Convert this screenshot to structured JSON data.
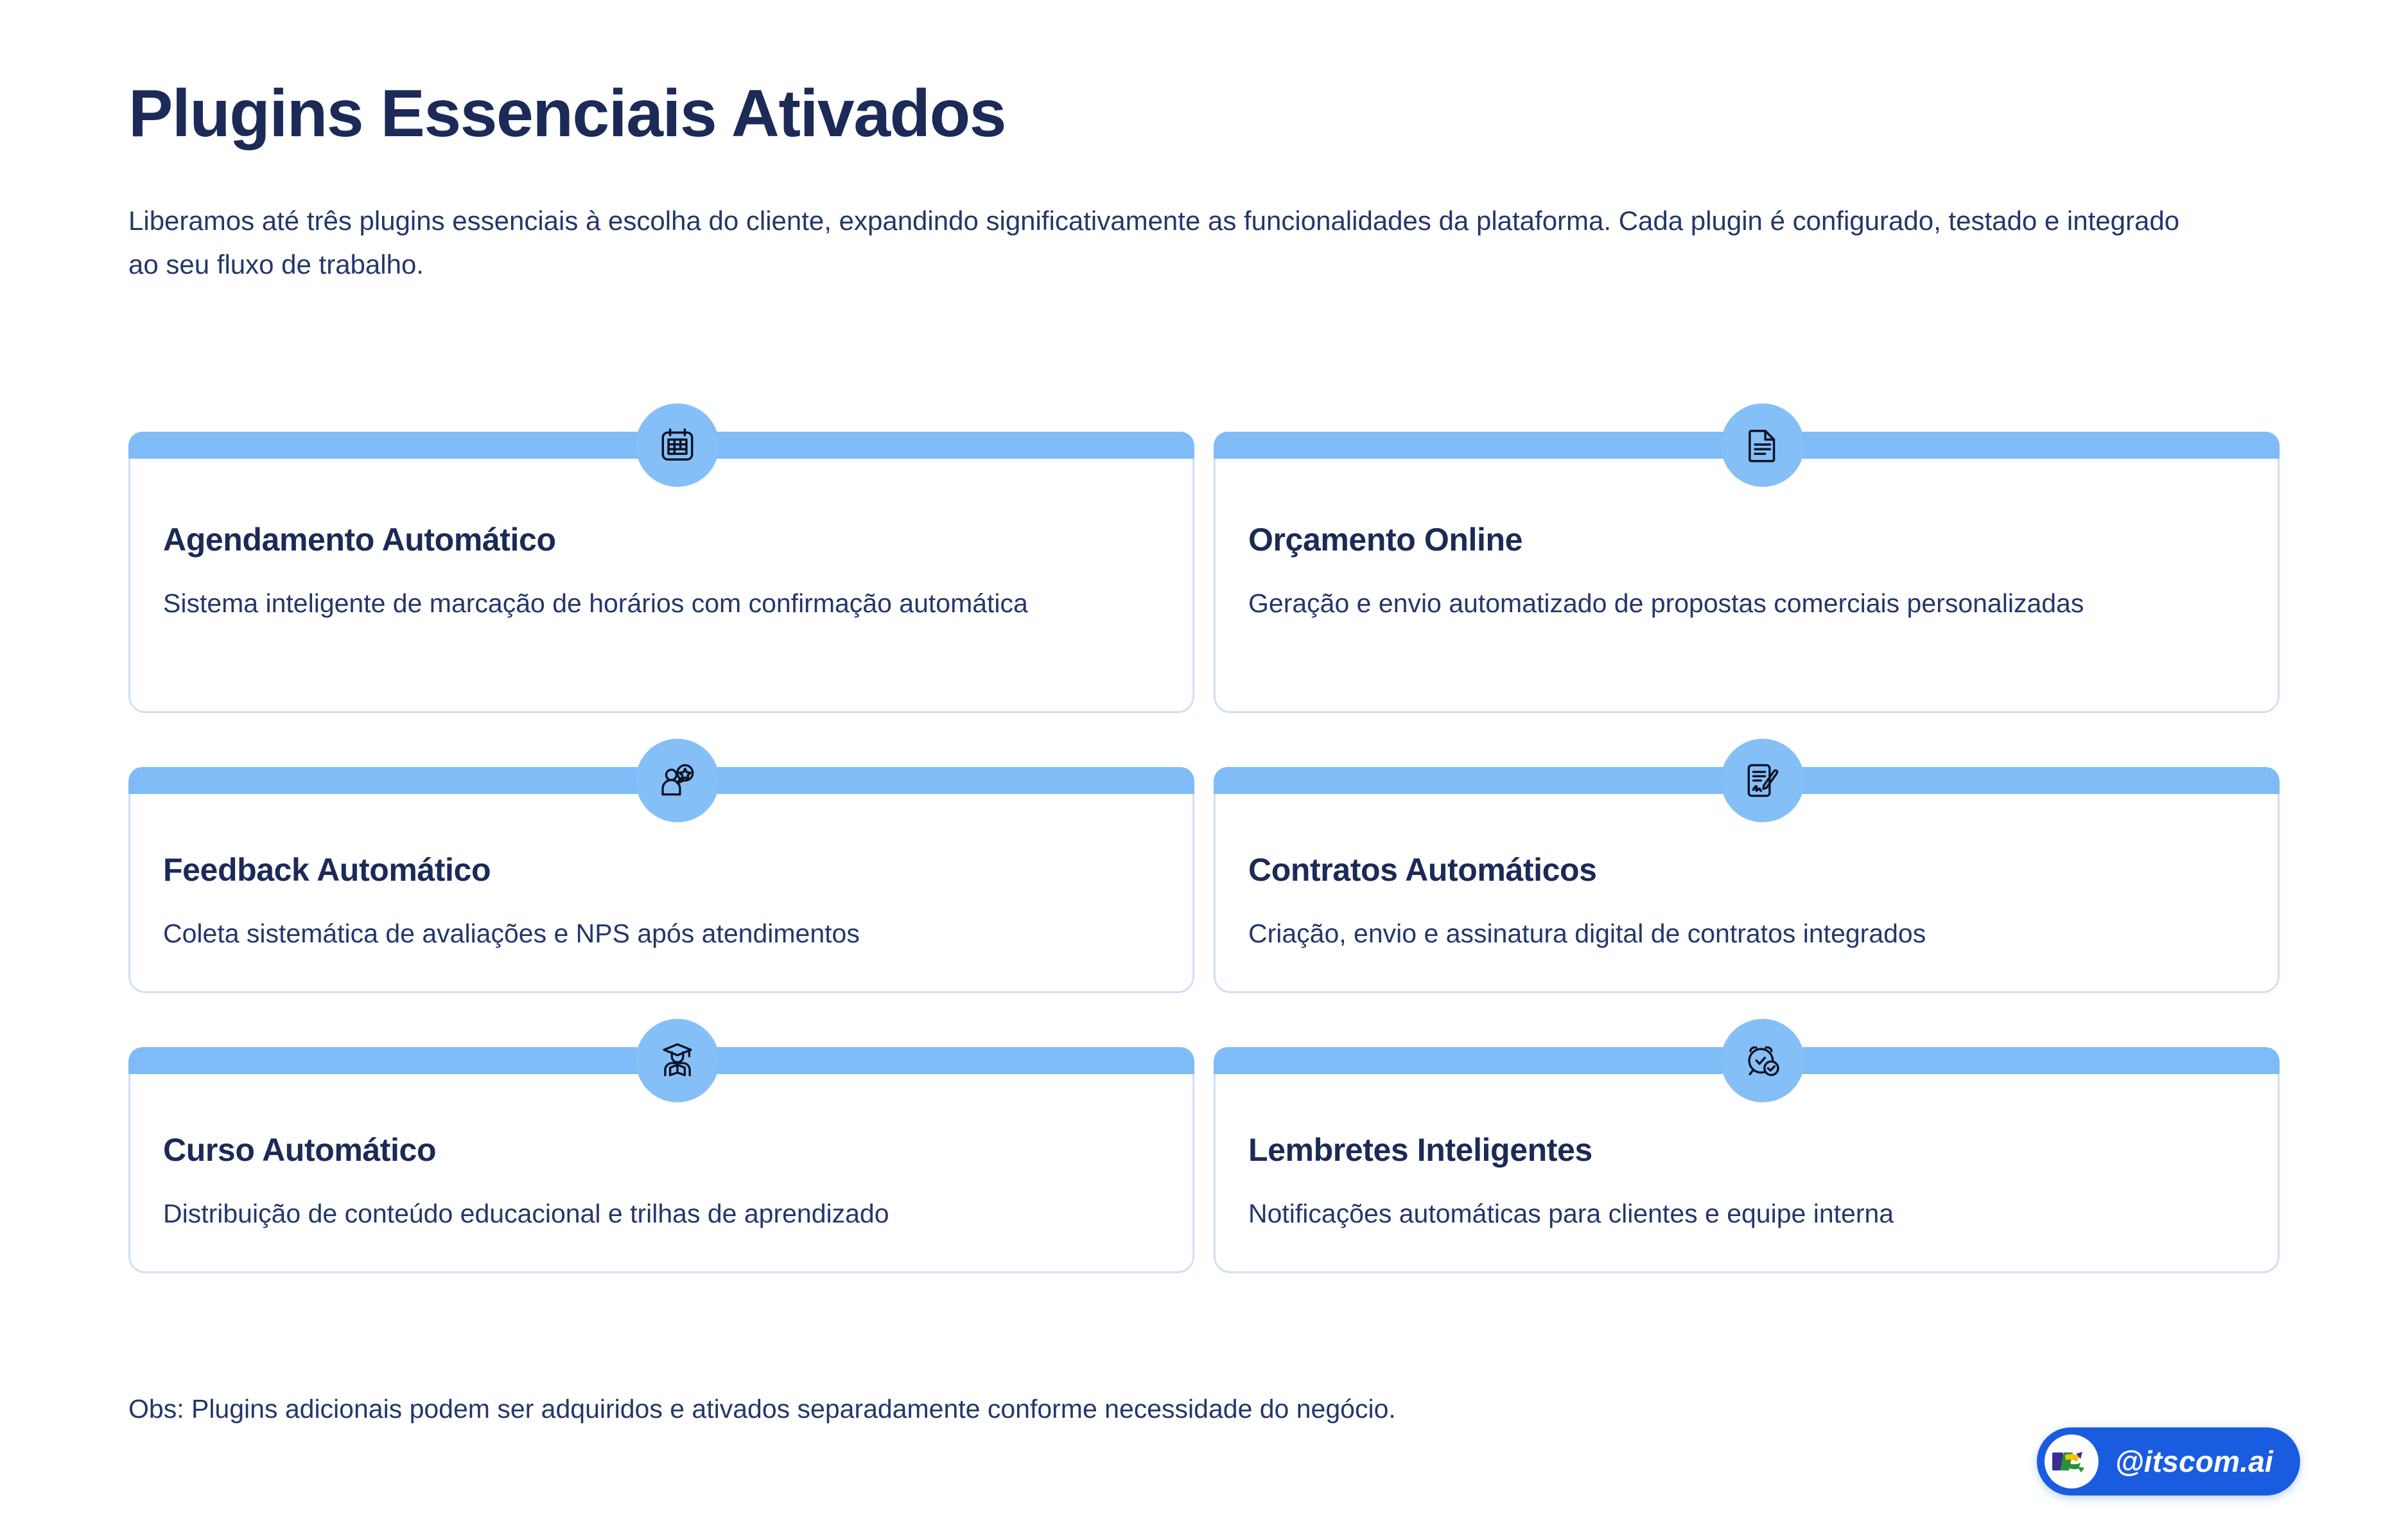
{
  "header": {
    "title": "Plugins Essenciais Ativados",
    "subtitle": "Liberamos até três plugins essenciais à escolha do cliente, expandindo significativamente as funcionalidades da plataforma. Cada plugin é configurado, testado e integrado ao seu fluxo de trabalho."
  },
  "cards": [
    {
      "icon": "calendar-icon",
      "title": "Agendamento Automático",
      "description": "Sistema inteligente de marcação de horários com confirmação automática"
    },
    {
      "icon": "document-icon",
      "title": "Orçamento Online",
      "description": "Geração e envio automatizado de propostas comerciais personalizadas"
    },
    {
      "icon": "person-feedback-star-icon",
      "title": "Feedback Automático",
      "description": "Coleta sistemática de avaliações e NPS após atendimentos"
    },
    {
      "icon": "contract-signature-icon",
      "title": "Contratos Automáticos",
      "description": "Criação, envio e assinatura digital de contratos integrados"
    },
    {
      "icon": "graduate-book-icon",
      "title": "Curso Automático",
      "description": "Distribuição de conteúdo educacional e trilhas de aprendizado"
    },
    {
      "icon": "alarm-clock-check-icon",
      "title": "Lembretes Inteligentes",
      "description": "Notificações automáticas para clientes e equipe interna"
    }
  ],
  "note": "Obs: Plugins adicionais podem ser adquiridos e ativados separadamente conforme necessidade do negócio.",
  "brand": {
    "handle": "@itscom.ai",
    "logo": "itscom-logo-icon"
  },
  "colors": {
    "accent_blue": "#7fbcf7",
    "badge_blue": "#85bff8",
    "card_border": "#cfe0f5",
    "title_navy": "#1b2a57",
    "body_navy": "#23376b",
    "brand_blue": "#1a5ce0",
    "background": "#ffffff"
  }
}
